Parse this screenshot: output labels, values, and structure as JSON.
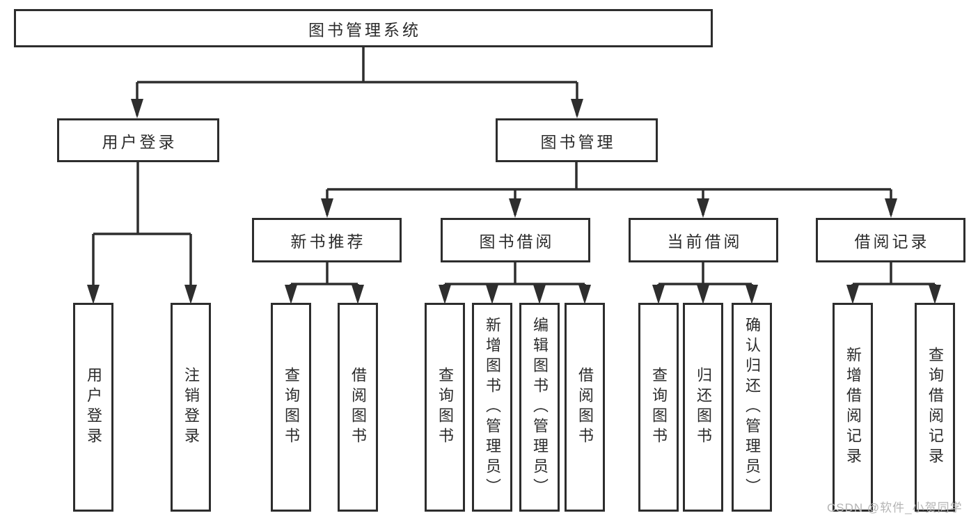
{
  "diagram": {
    "root": {
      "label": "图书管理系统"
    },
    "level2": [
      {
        "label": "用户登录"
      },
      {
        "label": "图书管理"
      }
    ],
    "level3": [
      {
        "label": "新书推荐",
        "parent": "图书管理"
      },
      {
        "label": "图书借阅",
        "parent": "图书管理"
      },
      {
        "label": "当前借阅",
        "parent": "图书管理"
      },
      {
        "label": "借阅记录",
        "parent": "图书管理"
      }
    ],
    "leaves": [
      {
        "label": "用户登录",
        "parent": "用户登录"
      },
      {
        "label": "注销登录",
        "parent": "用户登录"
      },
      {
        "label": "查询图书",
        "parent": "新书推荐"
      },
      {
        "label": "借阅图书",
        "parent": "新书推荐"
      },
      {
        "label": "查询图书",
        "parent": "图书借阅"
      },
      {
        "label": "新增图书（管理员）",
        "parent": "图书借阅"
      },
      {
        "label": "编辑图书（管理员）",
        "parent": "图书借阅"
      },
      {
        "label": "借阅图书",
        "parent": "图书借阅"
      },
      {
        "label": "查询图书",
        "parent": "当前借阅"
      },
      {
        "label": "归还图书",
        "parent": "当前借阅"
      },
      {
        "label": "确认归还（管理员）",
        "parent": "当前借阅"
      },
      {
        "label": "新增借阅记录",
        "parent": "借阅记录"
      },
      {
        "label": "查询借阅记录",
        "parent": "借阅记录"
      }
    ],
    "watermark": "CSDN @软件_小贺同学",
    "colors": {
      "line": "#2e2e2e",
      "text": "#2b2b2b",
      "watermark": "#b5b5b5",
      "background": "#ffffff"
    }
  }
}
